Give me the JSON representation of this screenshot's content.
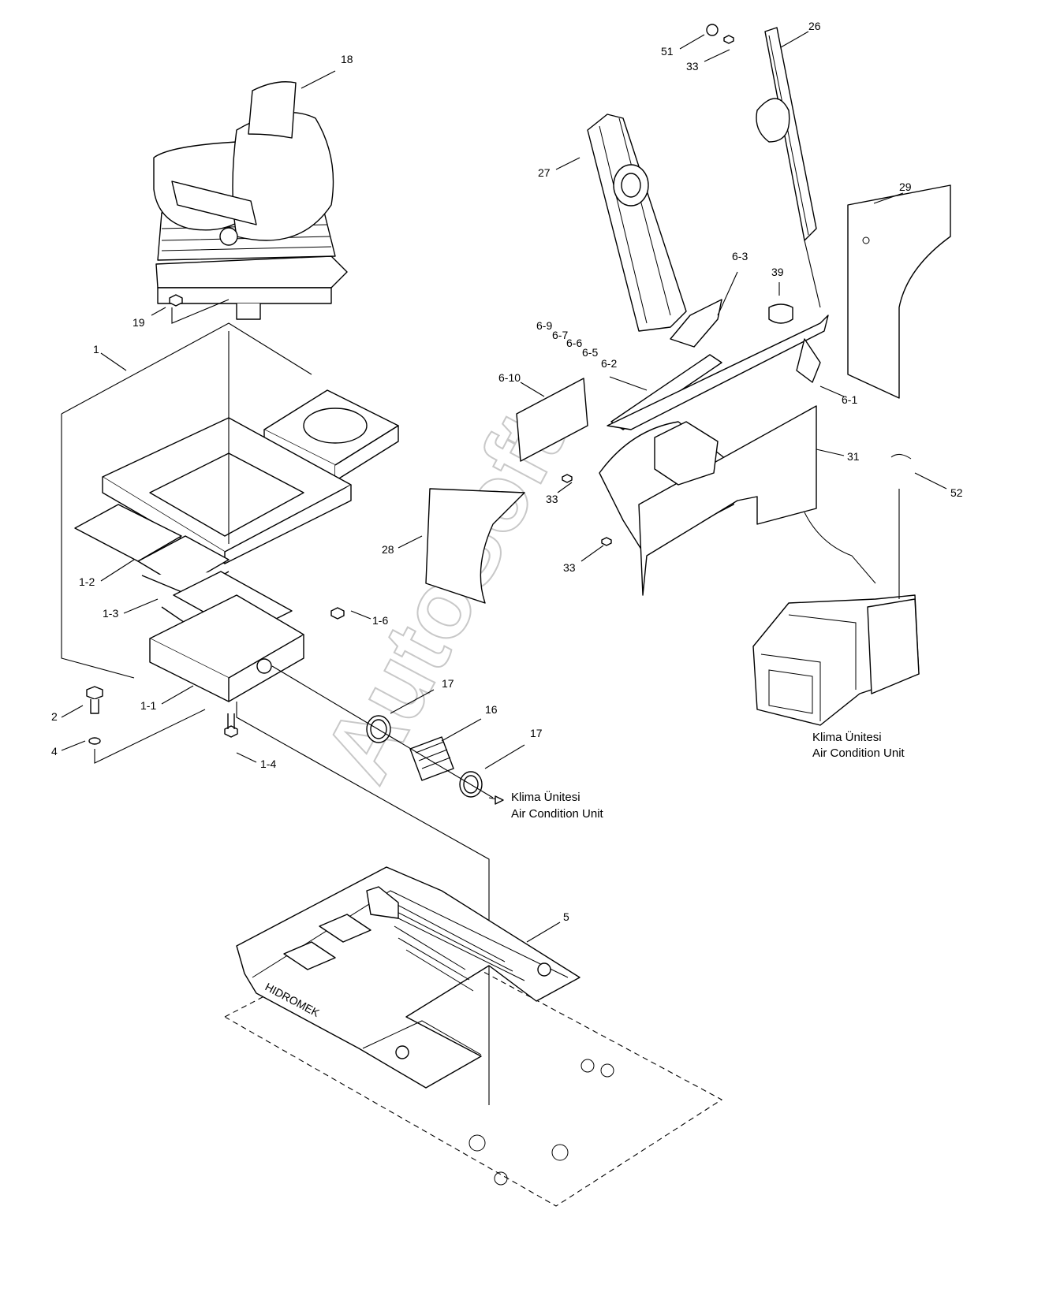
{
  "watermark": "AutoSoft",
  "mat_brand": "HIDROMEK",
  "notes": {
    "ac_unit_right_line1": "Klima Ünitesi",
    "ac_unit_right_line2": "Air Condition Unit",
    "ac_unit_duct_line1": "Klima Ünitesi",
    "ac_unit_duct_line2": "Air Condition Unit"
  },
  "callouts": {
    "seat": "18",
    "seat_bolt": "19",
    "seat_assembly": "1",
    "bracket_1_2": "1-2",
    "rail_1_3": "1-3",
    "bolt_1_6": "1-6",
    "base_1_1": "1-1",
    "bolt_2": "2",
    "washer_4": "4",
    "bolt_1_4": "1-4",
    "clamp_17_top": "17",
    "hose_16": "16",
    "clamp_17_bottom": "17",
    "floor_mat": "5",
    "pillar_27": "27",
    "pillar_26": "26",
    "cap_51": "51",
    "screw_33_top": "33",
    "panel_29": "29",
    "part_6_3": "6-3",
    "grommet_39": "39",
    "part_6_9": "6-9",
    "part_6_7": "6-7",
    "part_6_6": "6-6",
    "part_6_5": "6-5",
    "part_6_2": "6-2",
    "part_6_10": "6-10",
    "part_6_1": "6-1",
    "panel_31": "31",
    "clip_52": "52",
    "screw_33_mid": "33",
    "panel_28": "28",
    "screw_33_low": "33"
  }
}
